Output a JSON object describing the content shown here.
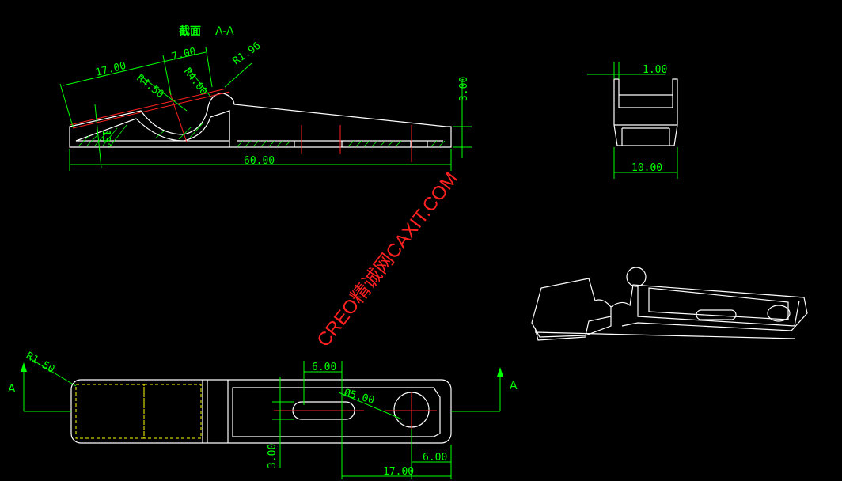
{
  "drawing": {
    "section_title": "截面",
    "section_label": "A-A",
    "section_dims": {
      "d1": "17.00",
      "d2": "7.00",
      "r1": "R1.96",
      "r2": "R4.50",
      "r3": "R4.00",
      "h1": "3.00",
      "angle": "13°",
      "total": "60.00"
    },
    "side_dims": {
      "w1": "1.00",
      "w2": "10.00"
    },
    "plan_dims": {
      "r": "R1.50",
      "slot_w": "6.00",
      "hole_d": "Ø5.00",
      "slot_h": "3.00",
      "edge": "6.00",
      "spacing": "17.00"
    },
    "view_markers": {
      "left": "A",
      "right": "A"
    },
    "watermark": "CREO精诚网CAXIT.COM"
  }
}
